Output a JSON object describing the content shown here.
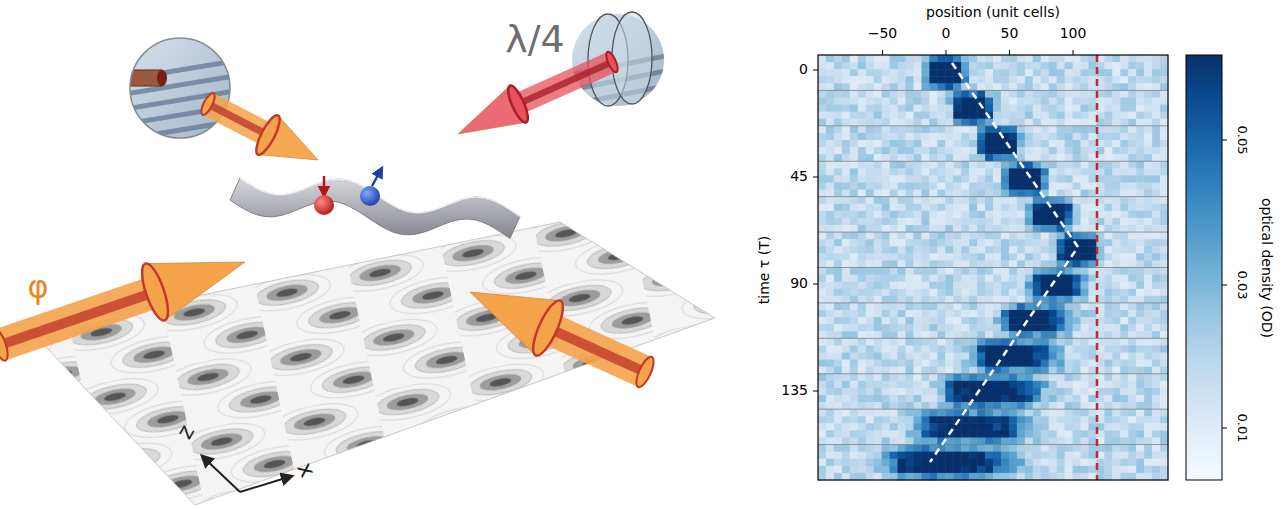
{
  "diagram": {
    "labels": [
      "λ/4",
      "φ",
      "z",
      "x",
      "position (unit cells)",
      "−50",
      "0",
      "50",
      "100",
      "time τ (T)",
      "0",
      "45",
      "90",
      "135",
      "optical density (OD)",
      "0.05",
      "0.03",
      "0.01"
    ]
  }
}
